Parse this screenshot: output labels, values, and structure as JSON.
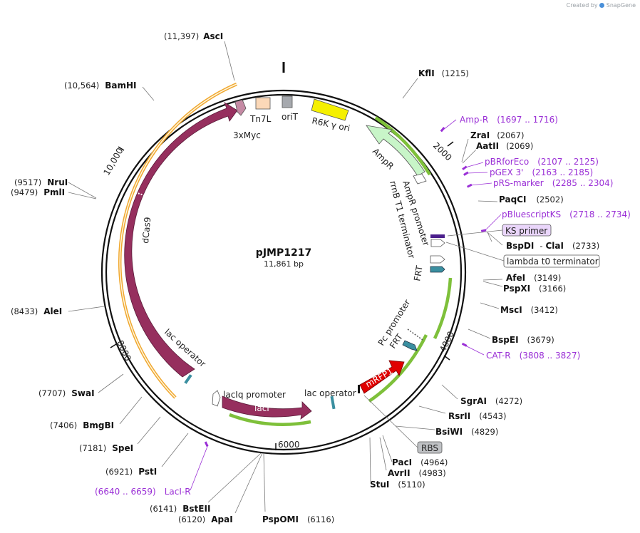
{
  "watermark": {
    "created_by": "Created by",
    "brand": "SnapGene",
    "icon": "snapgene-logo-icon"
  },
  "plasmid": {
    "name": "pJMP1217",
    "length_label": "11,861 bp",
    "length": 11861
  },
  "colors": {
    "backbone": "#111111",
    "magenta_feature": "#962f5e",
    "orange_orf": "#f0a830",
    "green_orf": "#7ec03a",
    "light_green": "#c8f5c8",
    "yellow_feature": "#f5f000",
    "red_feature": "#e00000",
    "teal_feature": "#3a8fa0",
    "primer": "#9a2fd6",
    "tick": "#111111"
  },
  "ticks": [
    "2000",
    "4000",
    "6000",
    "8000",
    "10,000"
  ],
  "sites": [
    {
      "name": "AscI",
      "pos": "(11,397)"
    },
    {
      "name": "KflI",
      "pos": "(1215)"
    },
    {
      "name": "ZraI",
      "pos": "(2067)"
    },
    {
      "name": "AatII",
      "pos": "(2069)"
    },
    {
      "name": "PaqCI",
      "pos": "(2502)"
    },
    {
      "name": "BspDI",
      "pos": ""
    },
    {
      "name": "ClaI",
      "pos": "(2733)"
    },
    {
      "name": "AfeI",
      "pos": "(3149)"
    },
    {
      "name": "PspXI",
      "pos": "(3166)"
    },
    {
      "name": "MscI",
      "pos": "(3412)"
    },
    {
      "name": "BspEI",
      "pos": "(3679)"
    },
    {
      "name": "SgrAI",
      "pos": "(4272)"
    },
    {
      "name": "RsrII",
      "pos": "(4543)"
    },
    {
      "name": "BsiWI",
      "pos": "(4829)"
    },
    {
      "name": "PacI",
      "pos": "(4964)"
    },
    {
      "name": "AvrII",
      "pos": "(4983)"
    },
    {
      "name": "StuI",
      "pos": "(5110)"
    },
    {
      "name": "PspOMI",
      "pos": "(6116)"
    },
    {
      "name": "ApaI",
      "pos": "(6120)"
    },
    {
      "name": "BstEII",
      "pos": "(6141)"
    },
    {
      "name": "PstI",
      "pos": "(6921)"
    },
    {
      "name": "SpeI",
      "pos": "(7181)"
    },
    {
      "name": "BmgBI",
      "pos": "(7406)"
    },
    {
      "name": "SwaI",
      "pos": "(7707)"
    },
    {
      "name": "AleI",
      "pos": "(8433)"
    },
    {
      "name": "PmlI",
      "pos": "(9479)"
    },
    {
      "name": "NruI",
      "pos": "(9517)"
    },
    {
      "name": "BamHI",
      "pos": "(10,564)"
    }
  ],
  "primers": [
    {
      "name": "Amp-R",
      "range": "(1697 .. 1716)"
    },
    {
      "name": "pBRforEco",
      "range": "(2107 .. 2125)"
    },
    {
      "name": "pGEX 3'",
      "range": "(2163 .. 2185)"
    },
    {
      "name": "pRS-marker",
      "range": "(2285 .. 2304)"
    },
    {
      "name": "pBluescriptKS",
      "range": "(2718 .. 2734)"
    },
    {
      "name": "CAT-R",
      "range": "(3808 .. 3827)"
    },
    {
      "name": "LacI-R",
      "range": "(6640 .. 6659)"
    }
  ],
  "boxed_labels": {
    "ks_primer": "KS primer",
    "lambda_terminator": "lambda t0 terminator",
    "rbs": "RBS"
  },
  "features": {
    "tn7l": "Tn7L",
    "orit": "oriT",
    "r6k": "R6K γ ori",
    "three_myc": "3xMyc",
    "ampr": "AmpR",
    "ampr_promoter": "AmpR promoter",
    "rrnb": "rrnB T1 terminator",
    "frt1": "FRT",
    "pc_promoter": "Pc promoter",
    "frt2": "FRT",
    "mrfp1": "mRFP1",
    "lac_operator_right": "lac operator",
    "laciq_promoter": "lacIq promoter",
    "laci": "lacI",
    "lac_operator_left": "lac operator",
    "dcas9": "dCas9"
  }
}
